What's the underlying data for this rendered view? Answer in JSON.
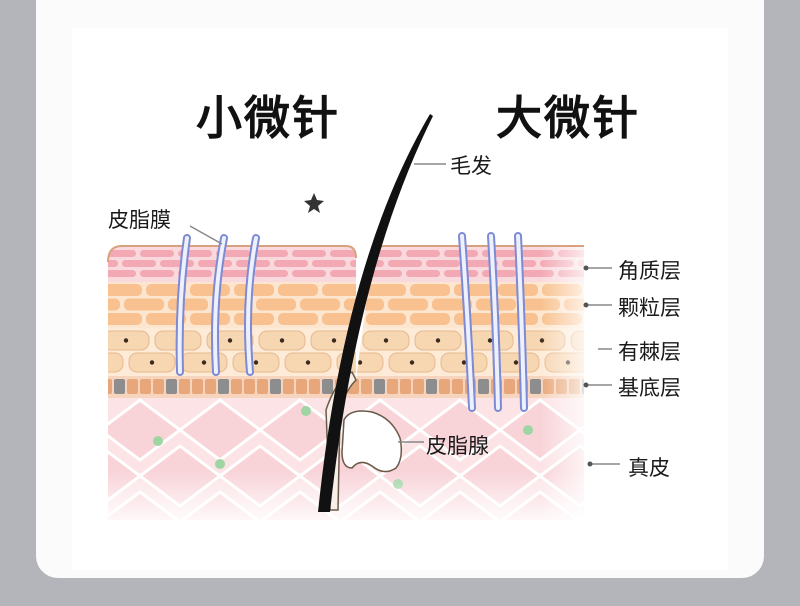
{
  "titles": {
    "left": "小微针",
    "right": "大微针"
  },
  "labels": {
    "hair": "毛发",
    "sebum_film": "皮脂膜",
    "stratum_corneum": "角质层",
    "stratum_granulosum": "颗粒层",
    "stratum_spinosum": "有棘层",
    "stratum_basale": "基底层",
    "sebaceous_gland": "皮脂腺",
    "dermis": "真皮"
  },
  "colors": {
    "corneum": "#f2a9b4",
    "granulosum": "#f8c18f",
    "spinosum": "#f7d6b2",
    "basale": "#e8a77a",
    "dermis": "#fbe1e4",
    "needle": "#7d8ad4",
    "hair": "#111111"
  }
}
